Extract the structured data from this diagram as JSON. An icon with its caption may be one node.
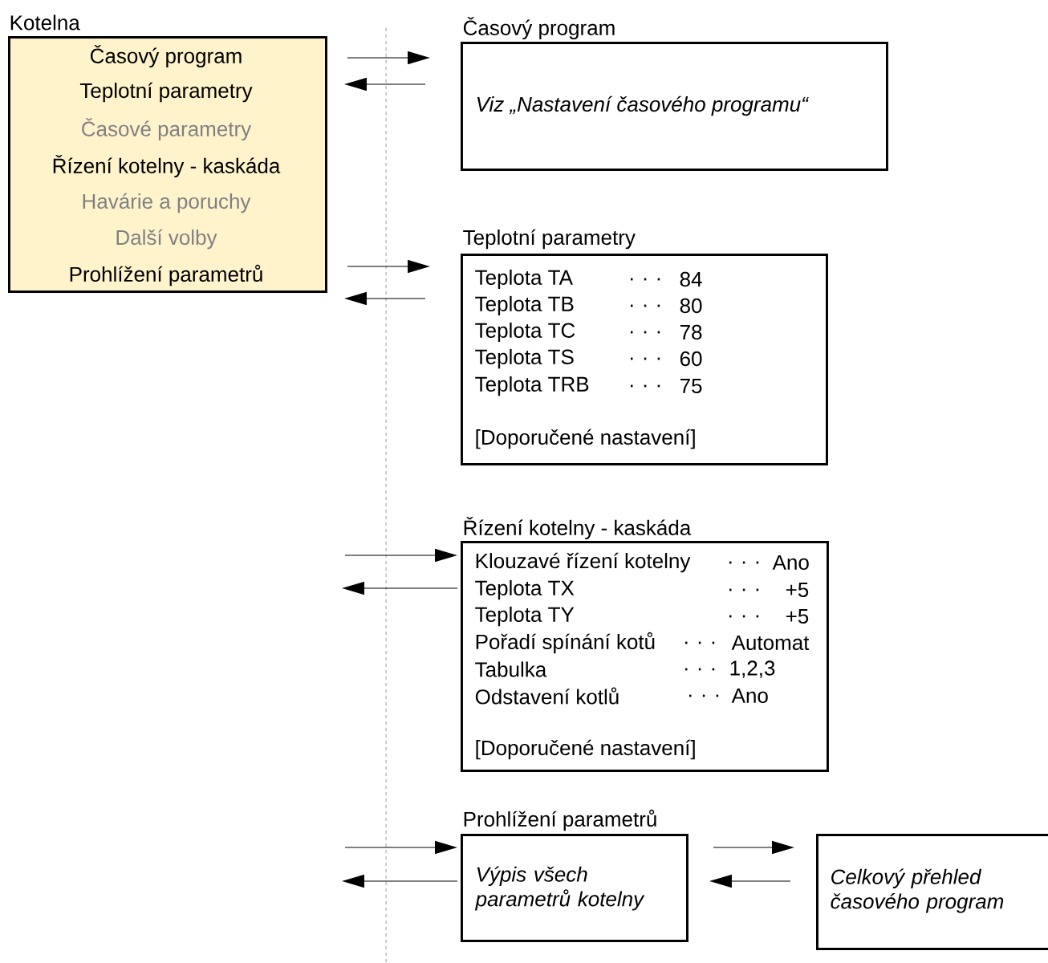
{
  "diagram": {
    "nodes": [
      {
        "text": [
          "Kotelna",
          "Časový program",
          "Teplotní parametry",
          "Časové parametry",
          "Řízení kotelny - kaskáda",
          "Havárie a poruchy",
          "Další volby",
          "Prohlížení parametrů"
        ]
      },
      {
        "text": [
          "Časový program",
          "Viz „Nastavení časového programu“"
        ]
      },
      {
        "text": [
          "Teplotní parametry",
          "Teplota TA",
          ". . .",
          "84",
          "Teplota TB",
          ". . .",
          "80",
          "Teplota TC",
          ". . .",
          "78",
          "Teplota TS",
          ". . .",
          "60",
          "Teplota TRB",
          ". . .",
          "75",
          "[Doporučené nastavení]"
        ]
      },
      {
        "text": [
          "Řízení kotelny - kaskáda",
          "Klouzavé řízení kotelny",
          ". . .",
          "Ano",
          "Teplota TX",
          ". . .",
          "+5",
          "Teplota TY",
          ". . .",
          "+5",
          "Pořadí spínání kotů",
          ". . .",
          "Automat",
          "Tabulka",
          ". . .",
          "1,2,3",
          "Odstavení kotlů",
          ". . .",
          "Ano",
          "[Doporučené nastavení]"
        ]
      },
      {
        "text": [
          "Prohlížení parametrů",
          "Výpis všech parametrů kotelny"
        ]
      },
      {
        "text": [
          "Celkový přehled časového program"
        ]
      }
    ],
    "edges": [
      {
        "from": 0,
        "to": 1,
        "arrow": "to"
      },
      {
        "from": 1,
        "to": 0,
        "arrow": "to"
      },
      {
        "from": 0,
        "to": 2,
        "arrow": "to"
      },
      {
        "from": 2,
        "to": 0,
        "arrow": "to"
      },
      {
        "from": null,
        "to": 3,
        "arrow": "to"
      },
      {
        "from": 3,
        "to": null,
        "arrow": "to"
      },
      {
        "from": null,
        "to": 4,
        "arrow": "to"
      },
      {
        "from": 4,
        "to": null,
        "arrow": "to"
      },
      {
        "from": 4,
        "to": 5,
        "arrow": "to"
      },
      {
        "from": 5,
        "to": 4,
        "arrow": "to"
      }
    ]
  }
}
